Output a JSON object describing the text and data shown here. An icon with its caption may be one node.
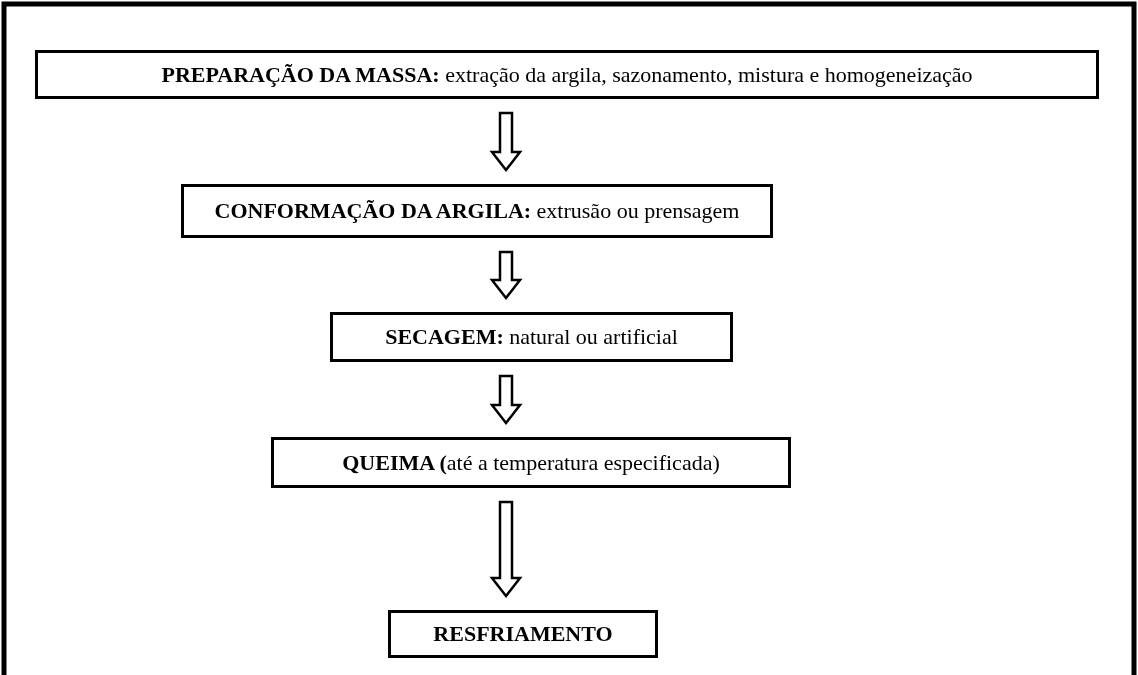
{
  "diagram": {
    "nodes": [
      {
        "text": [
          "**PREPARAÇÃO DA MASSA:** extração da argila, sazonamento, mistura e homogeneização"
        ]
      },
      {
        "text": [
          "**CONFORMAÇÃO DA ARGILA:** extrusão ou prensagem"
        ]
      },
      {
        "text": [
          "**SECAGEM:** natural ou artificial"
        ]
      },
      {
        "text": [
          "**QUEIMA (**até a temperatura especificada)"
        ]
      },
      {
        "text": [
          "RESFRIAMENTO"
        ]
      }
    ],
    "edges": [
      {
        "from": 0,
        "to": 1,
        "arrow": "to"
      },
      {
        "from": 1,
        "to": 2,
        "arrow": "to"
      },
      {
        "from": 2,
        "to": 3,
        "arrow": "to"
      },
      {
        "from": 3,
        "to": 4,
        "arrow": "to"
      }
    ]
  }
}
